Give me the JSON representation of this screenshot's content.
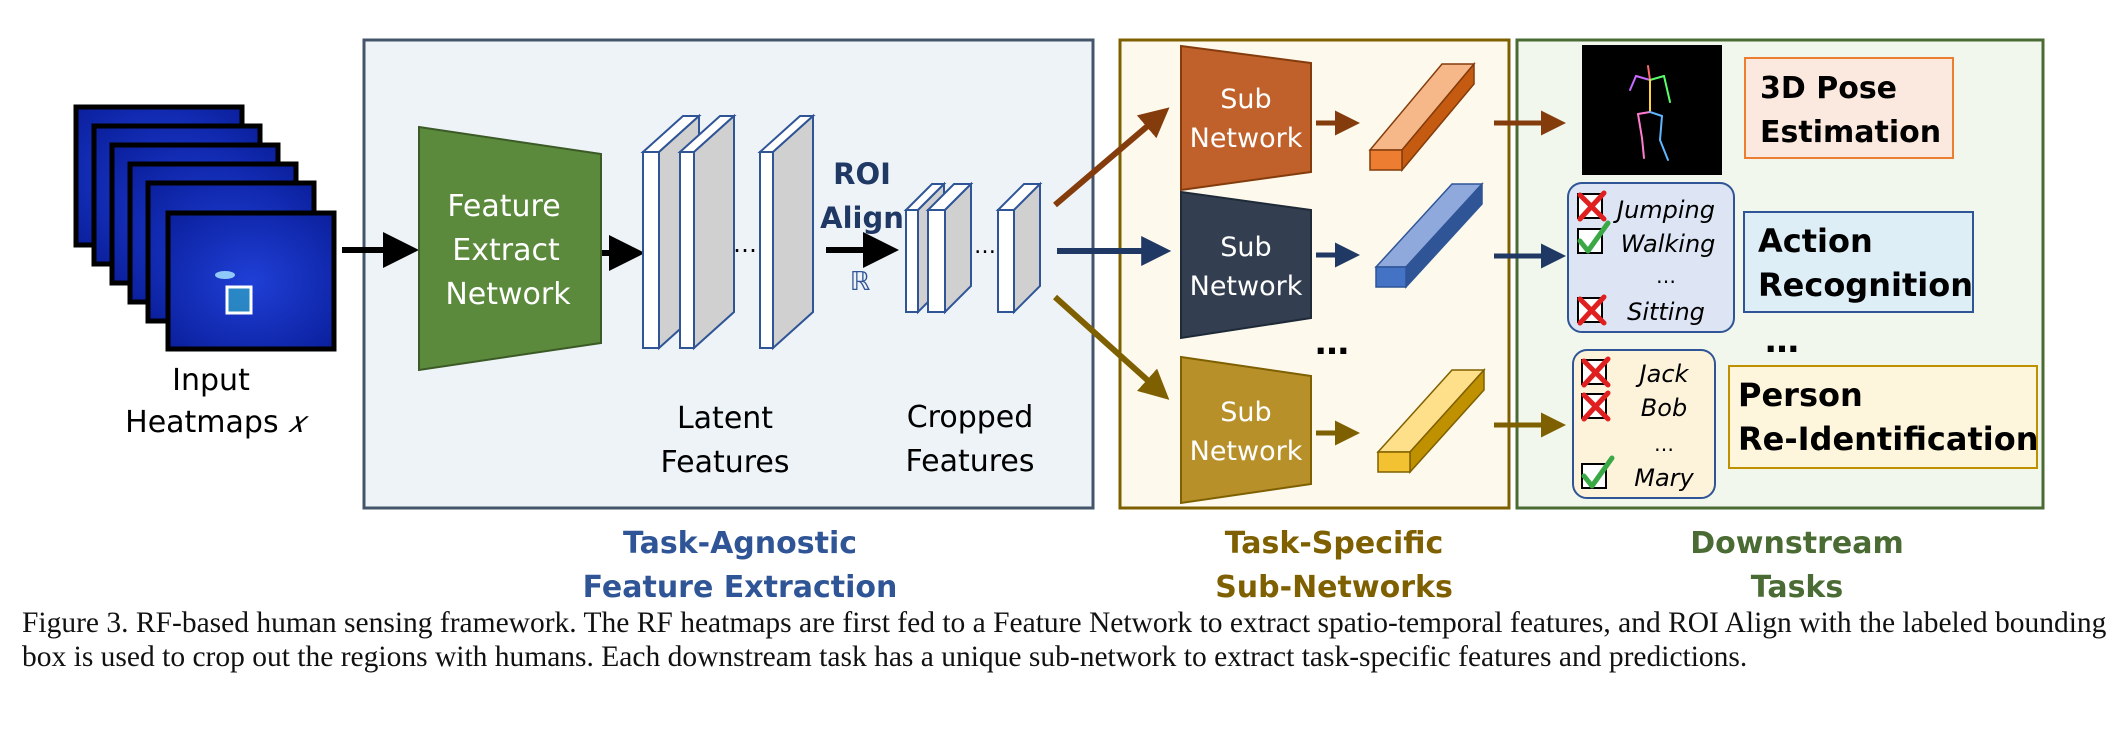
{
  "input": {
    "label_line1": "Input",
    "label_line2": "Heatmaps",
    "label_var": "𝑥"
  },
  "agnostic": {
    "feature_net": [
      "Feature",
      "Extract",
      "Network"
    ],
    "latent_label": [
      "Latent",
      "Features"
    ],
    "cropped_label": [
      "Cropped",
      "Features"
    ],
    "roi_align": [
      "ROI",
      "Align"
    ],
    "roi_symbol": "ℝ",
    "ellipsis": "…",
    "section_title": [
      "Task-Agnostic",
      "Feature Extraction"
    ]
  },
  "specific": {
    "sub_label": [
      "Sub",
      "Network"
    ],
    "more": "…",
    "section_title": [
      "Task-Specific",
      "Sub-Networks"
    ]
  },
  "downstream": {
    "pose_label": [
      "3D Pose",
      "Estimation"
    ],
    "action_label": [
      "Action",
      "Recognition"
    ],
    "reid_label": [
      "Person",
      "Re-Identification"
    ],
    "more": "…",
    "actions": [
      {
        "text": "Jumping",
        "mark": "cross"
      },
      {
        "text": "Walking",
        "mark": "check"
      },
      {
        "text": "…",
        "mark": "none"
      },
      {
        "text": "Sitting",
        "mark": "cross"
      }
    ],
    "persons": [
      {
        "text": "Jack",
        "mark": "cross"
      },
      {
        "text": "Bob",
        "mark": "cross"
      },
      {
        "text": "…",
        "mark": "none"
      },
      {
        "text": "Mary",
        "mark": "check"
      }
    ],
    "section_title": [
      "Downstream",
      "Tasks"
    ]
  },
  "colors": {
    "agnostic_fill": "#eef3f8",
    "agnostic_border": "#44546a",
    "specific_fill": "#fdf9ec",
    "specific_border": "#7f6000",
    "downstream_fill": "#f1f7ec",
    "downstream_border": "#4a6b33",
    "feature_net": "#5b8a3c",
    "sub_orange": "#c0612b",
    "sub_navy": "#333f50",
    "sub_gold": "#b8902a",
    "bar_orange": "#e98b4f",
    "bar_blue": "#4472c4",
    "bar_yellow": "#f2c233",
    "title_blue": "#2f5597",
    "title_gold": "#7f6000",
    "title_green": "#4a6b33"
  },
  "caption": {
    "prefix": "Figure 3.",
    "text": "RF-based human sensing framework. The RF heatmaps are first fed to a Feature Network to extract spatio-temporal features, and ROI Align with the labeled bounding box is used to crop out the regions with humans. Each downstream task has a unique sub-network to extract task-specific features and predictions."
  }
}
